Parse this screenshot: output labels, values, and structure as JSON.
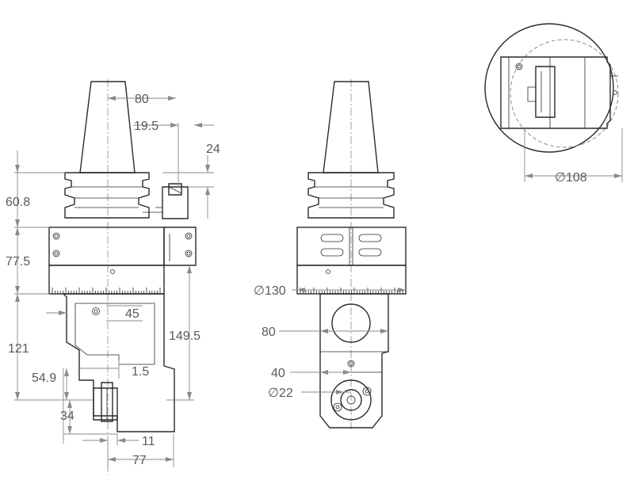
{
  "side_view": {
    "dims": {
      "width_80": "80",
      "offset_19_5": "19.5",
      "offset_24": "24",
      "height_60_8": "60.8",
      "height_77_5": "77.5",
      "height_45": "45",
      "height_149_5": "149.5",
      "height_121": "121",
      "height_54_9": "54.9",
      "height_1_5": "1.5",
      "height_34": "34",
      "width_11": "11",
      "width_77": "77"
    }
  },
  "front_view": {
    "dims": {
      "dia_130": "∅130",
      "width_80": "80",
      "width_40": "40",
      "dia_22": "∅22"
    }
  },
  "top_view": {
    "dims": {
      "dia_108": "∅108"
    }
  }
}
